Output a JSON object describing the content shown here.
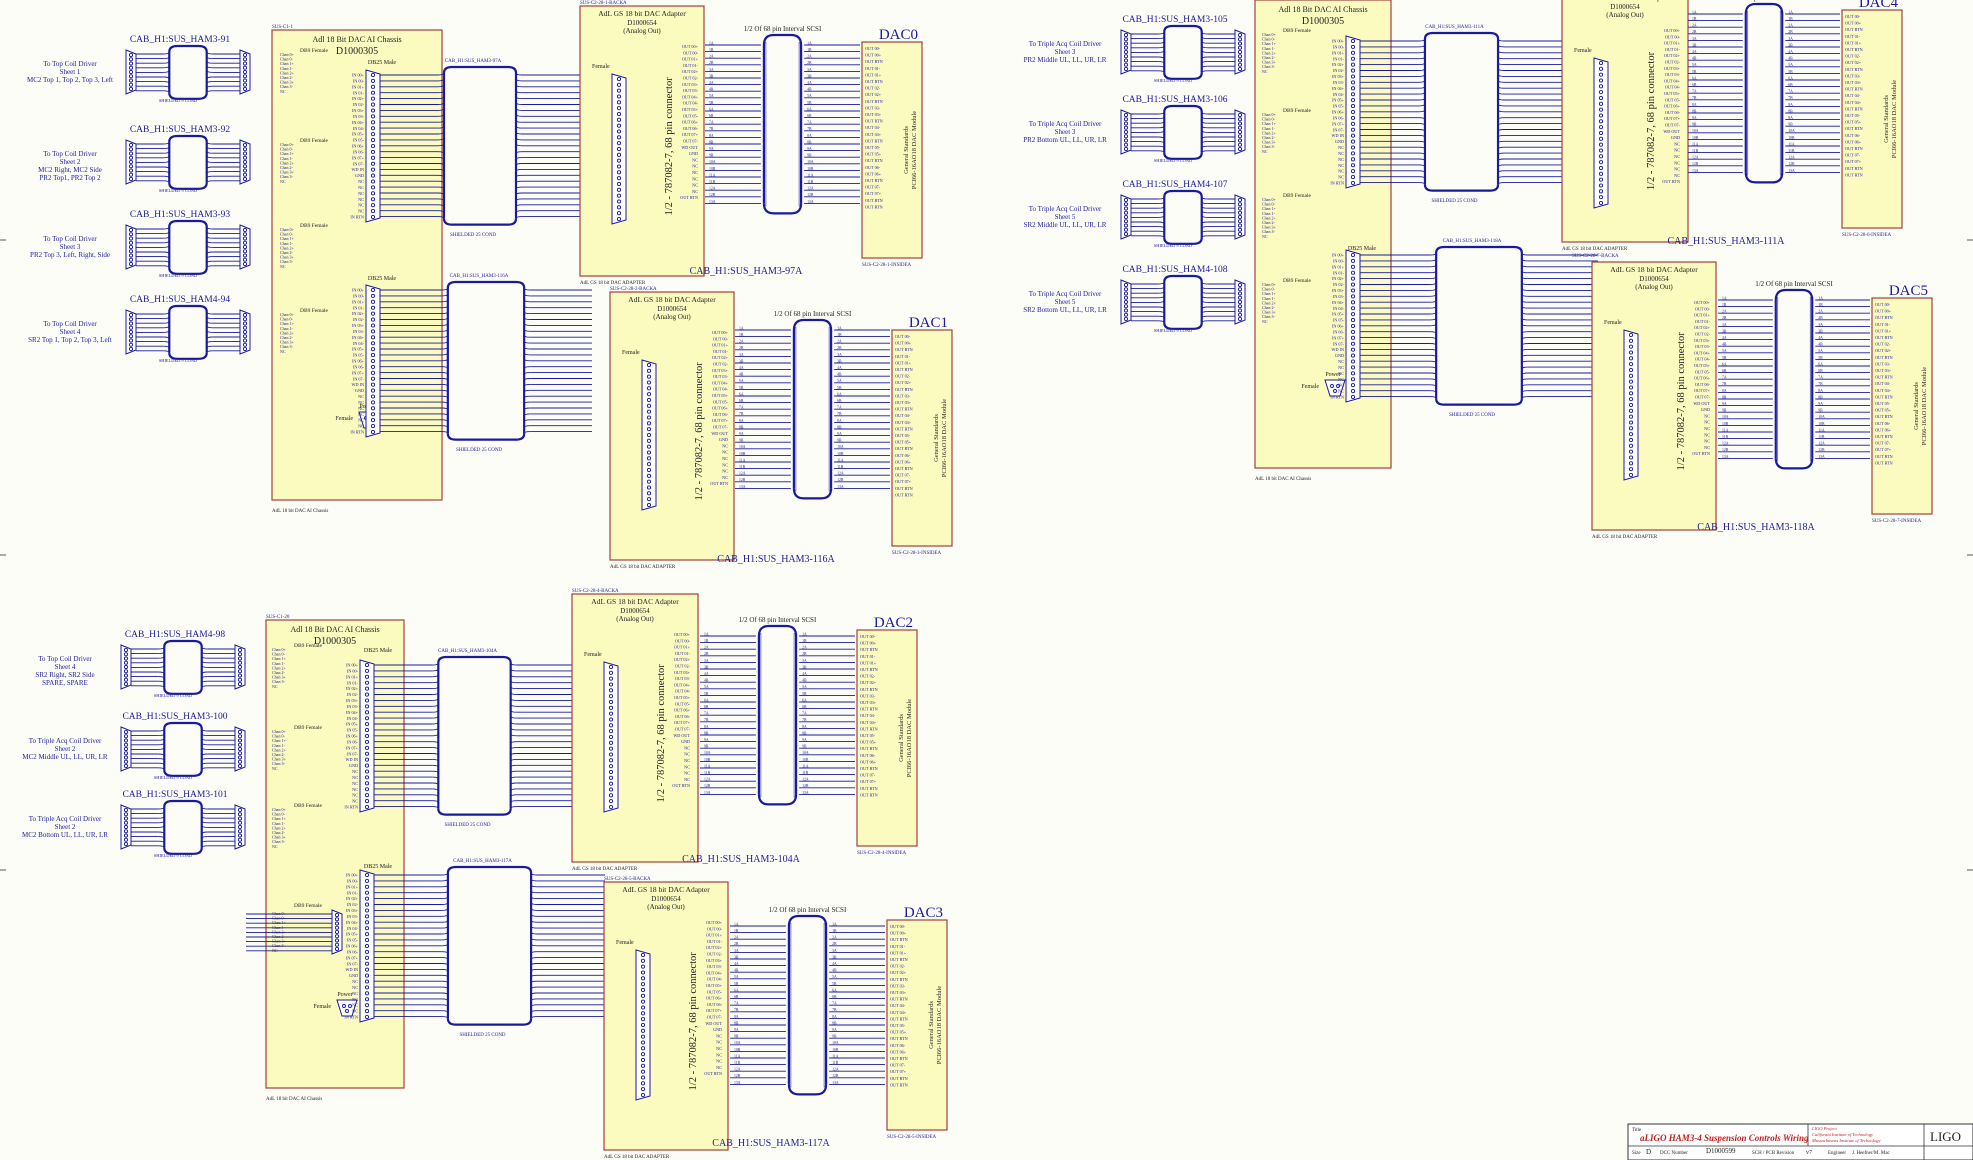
{
  "title_block": {
    "title_label": "Title",
    "title": "aLIGO HAM3-4 Suspension Controls Wiring",
    "org_lines": [
      "LIGO Project",
      "California Institute of Technology",
      "Massachusetts Institute of Technology"
    ],
    "logo": "LIGO",
    "size_label": "Size",
    "size": "D",
    "dcc_label": "DCC Number",
    "dcc": "D1000599",
    "rev_label": "SCH / PCB Revision",
    "rev": "v7",
    "engineer_label": "Engineer",
    "engineer": "J. Heefner/M. Mac"
  },
  "cable_labels": {
    "c91": "CAB_H1:SUS_HAM3-91",
    "c92": "CAB_H1:SUS_HAM3-92",
    "c93": "CAB_H1:SUS_HAM3-93",
    "c94": "CAB_H1:SUS_HAM4-94",
    "c98": "CAB_H1:SUS_HAM4-98",
    "c100": "CAB_H1:SUS_HAM3-100",
    "c101": "CAB_H1:SUS_HAM3-101",
    "c105": "CAB_H1:SUS_HAM3-105",
    "c106": "CAB_H1:SUS_HAM3-106",
    "c107": "CAB_H1:SUS_HAM4-107",
    "c108": "CAB_H1:SUS_HAM4-108",
    "c97a": "CAB_H1:SUS_HAM3-97A",
    "c116a": "CAB_H1:SUS_HAM3-116A",
    "c104a": "CAB_H1:SUS_HAM3-104A",
    "c117a": "CAB_H1:SUS_HAM3-117A",
    "c111a": "CAB_H1:SUS_HAM3-111A",
    "c118a": "CAB_H1:SUS_HAM3-118A"
  },
  "sources": {
    "s1": [
      "To Top Coil Driver",
      "Sheet 1",
      "MC2 Top 1, Top 2, Top 3, Left"
    ],
    "s2": [
      "To Top Coil Driver",
      "Sheet 2",
      "MC2 Right, MC2 Side",
      "PR2 Top1, PR2 Top 2"
    ],
    "s3": [
      "To Top Coil Driver",
      "Sheet 3",
      "PR2 Top 3, Left, Right, Side"
    ],
    "s4": [
      "To Top Coil Driver",
      "Sheet 4",
      "SR2 Top 1, Top 2, Top 3, Left"
    ],
    "s5": [
      "To Top Coil Driver",
      "Sheet 4",
      "SR2 Right, SR2 Side",
      "SPARE, SPARE"
    ],
    "s6": [
      "To Triple Acq Coil Driver",
      "Sheet 2",
      "MC2 Middle UL, LL, UR, LR"
    ],
    "s7": [
      "To Triple Acq Coil Driver",
      "Sheet 2",
      "MC2 Bottom UL, LL, UR, LR"
    ],
    "s8": [
      "To Triple Acq Coil Driver",
      "Sheet 3",
      "PR2 Middle UL, LL, UR, LR"
    ],
    "s9": [
      "To Triple Acq Coil Driver",
      "Sheet 3",
      "PR2 Bottom UL, LL, UR, LR"
    ],
    "s10": [
      "To Triple Acq Coil Driver",
      "Sheet 5",
      "SR2 Middle UL, LL, UR, LR"
    ],
    "s11": [
      "To Triple Acq Coil Driver",
      "Sheet 5",
      "SR2 Bottom UL, LL, UR, LR"
    ]
  },
  "chassis": {
    "title": "Adl 18 Bit DAC AI Chassis",
    "number": "D1000305",
    "dsub_male": "DB25 Male",
    "dsub_female": "DB9 Female",
    "power": "Power",
    "female": "Female",
    "footer": "AdL 18 bit DAC AI Chassis"
  },
  "adapter": {
    "title": "AdL GS 18 bit DAC Adapter",
    "number": "D1000654",
    "sub": "(Analog Out)",
    "female": "Female",
    "connector": "1/2 - 787082-7, 68 pin connector",
    "footer": "AdL GS 18 bit DAC ADAPTER"
  },
  "scsi_label": "1/2 Of 68 pin Interval SCSI",
  "dac_module": [
    "General Standards",
    "PCI66-16AO18 DAC Module"
  ],
  "dac_names": {
    "d0": "DAC0",
    "d1": "DAC1",
    "d2": "DAC2",
    "d3": "DAC3",
    "d4": "DAC4",
    "d5": "DAC5"
  },
  "cond": {
    "nine": "SHIELDED 9 COND",
    "twentyfive": "SHIELDED 25 COND"
  },
  "pin_names": {
    "db9": [
      "Chan 0+",
      "Chan 0-",
      "Chan 1+",
      "Chan 1-",
      "Chan 2+",
      "Chan 2-",
      "Chan 3+",
      "Chan 3-",
      "NC"
    ],
    "db25": [
      "IN 00+",
      "IN 00-",
      "IN 01+",
      "IN 01-",
      "IN 02+",
      "IN 02-",
      "IN 03+",
      "IN 03-",
      "IN 04+",
      "IN 04-",
      "IN 05+",
      "IN 05-",
      "IN 06+",
      "IN 06-",
      "IN 07+",
      "IN 07-",
      "WD IN",
      "GND",
      "NC",
      "NC",
      "NC",
      "NC",
      "NC",
      "NC",
      "IN RTN"
    ],
    "adapter": [
      "OUT 00+",
      "OUT 00-",
      "OUT 01+",
      "OUT 01-",
      "OUT 02+",
      "OUT 02-",
      "OUT 03+",
      "OUT 03-",
      "OUT 04+",
      "OUT 04-",
      "OUT 05+",
      "OUT 05-",
      "OUT 06+",
      "OUT 06-",
      "OUT 07+",
      "OUT 07-",
      "WD OUT",
      "GND",
      "NC",
      "NC",
      "NC",
      "NC",
      "NC",
      "NC",
      "OUT RTN"
    ],
    "scsi": [
      "OUT 00-",
      "OUT 00+",
      "OUT RTN",
      "OUT 01-",
      "OUT 01+",
      "OUT RTN",
      "OUT 02-",
      "OUT 02+",
      "OUT RTN",
      "OUT 03-",
      "OUT 03+",
      "OUT RTN",
      "OUT 04-",
      "OUT 04+",
      "OUT RTN",
      "OUT 05-",
      "OUT 05+",
      "OUT RTN",
      "OUT 06-",
      "OUT 06+",
      "OUT RTN",
      "OUT 07-",
      "OUT 07+",
      "OUT RTN",
      "OUT RTN"
    ]
  },
  "refs": {
    "c1": "SUS-C1-1",
    "c20": "SUS-C1-20",
    "b1": "SUS-C2-28-1-BACKA",
    "b2": "SUS-C2-28-2-BACKA",
    "b4": "SUS-C2-28-4-BACKA",
    "b5": "SUS-C2-28-5-BACKA",
    "b7": "SUS-C2-28-7-BACKA",
    "i1": "SUS-C2-28-1-INSIDEA",
    "i3": "SUS-C2-28-3-INSIDEA",
    "i4": "SUS-C2-28-4-INSIDEA",
    "i5": "SUS-C2-28-5-INSIDEA",
    "i6": "SUS-C2-28-6-INSIDEA",
    "i7": "SUS-C2-28-7-INSIDEA"
  },
  "colors": {
    "wire": "#1a1a9c",
    "box_fill": "#fbfbc0",
    "box_border": "#a0413f",
    "red_text": "#c22020"
  }
}
